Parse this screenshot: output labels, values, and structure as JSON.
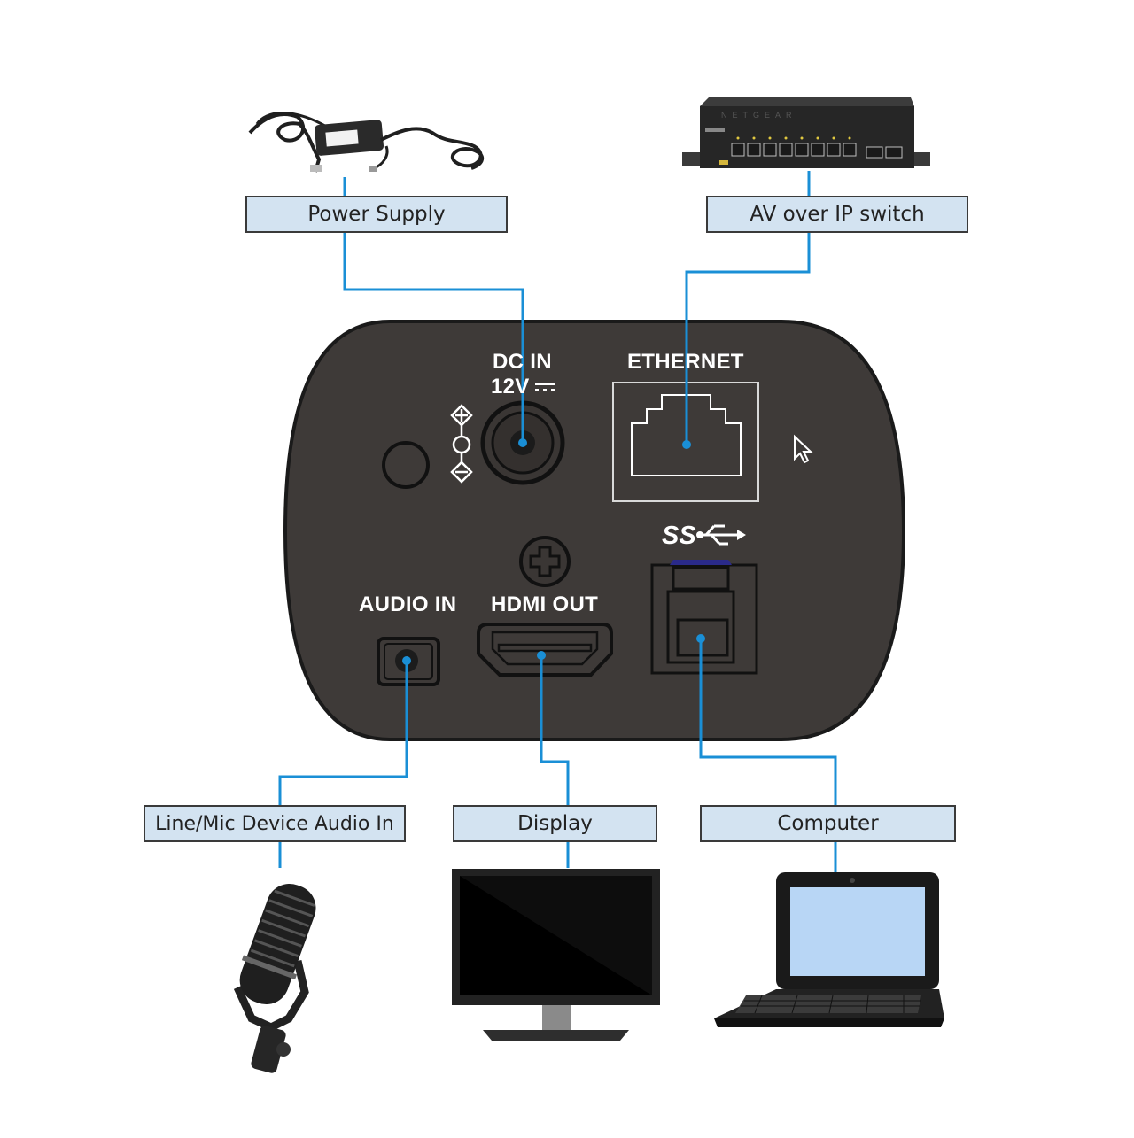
{
  "labels": {
    "power_supply": "Power Supply",
    "av_switch": "AV over IP switch",
    "audio_device": "Line/Mic Device Audio In",
    "display": "Display",
    "computer": "Computer"
  },
  "ports": {
    "dc_in_line1": "DC IN",
    "dc_in_line2": "12V",
    "ethernet": "ETHERNET",
    "audio_in": "AUDIO IN",
    "hdmi_out": "HDMI OUT",
    "usb_logo": "SS"
  },
  "switch_brand": "NETGEAR",
  "colors": {
    "line": "#1a8fd6",
    "label_fill": "#d3e3f1",
    "panel": "#3e3a38"
  }
}
